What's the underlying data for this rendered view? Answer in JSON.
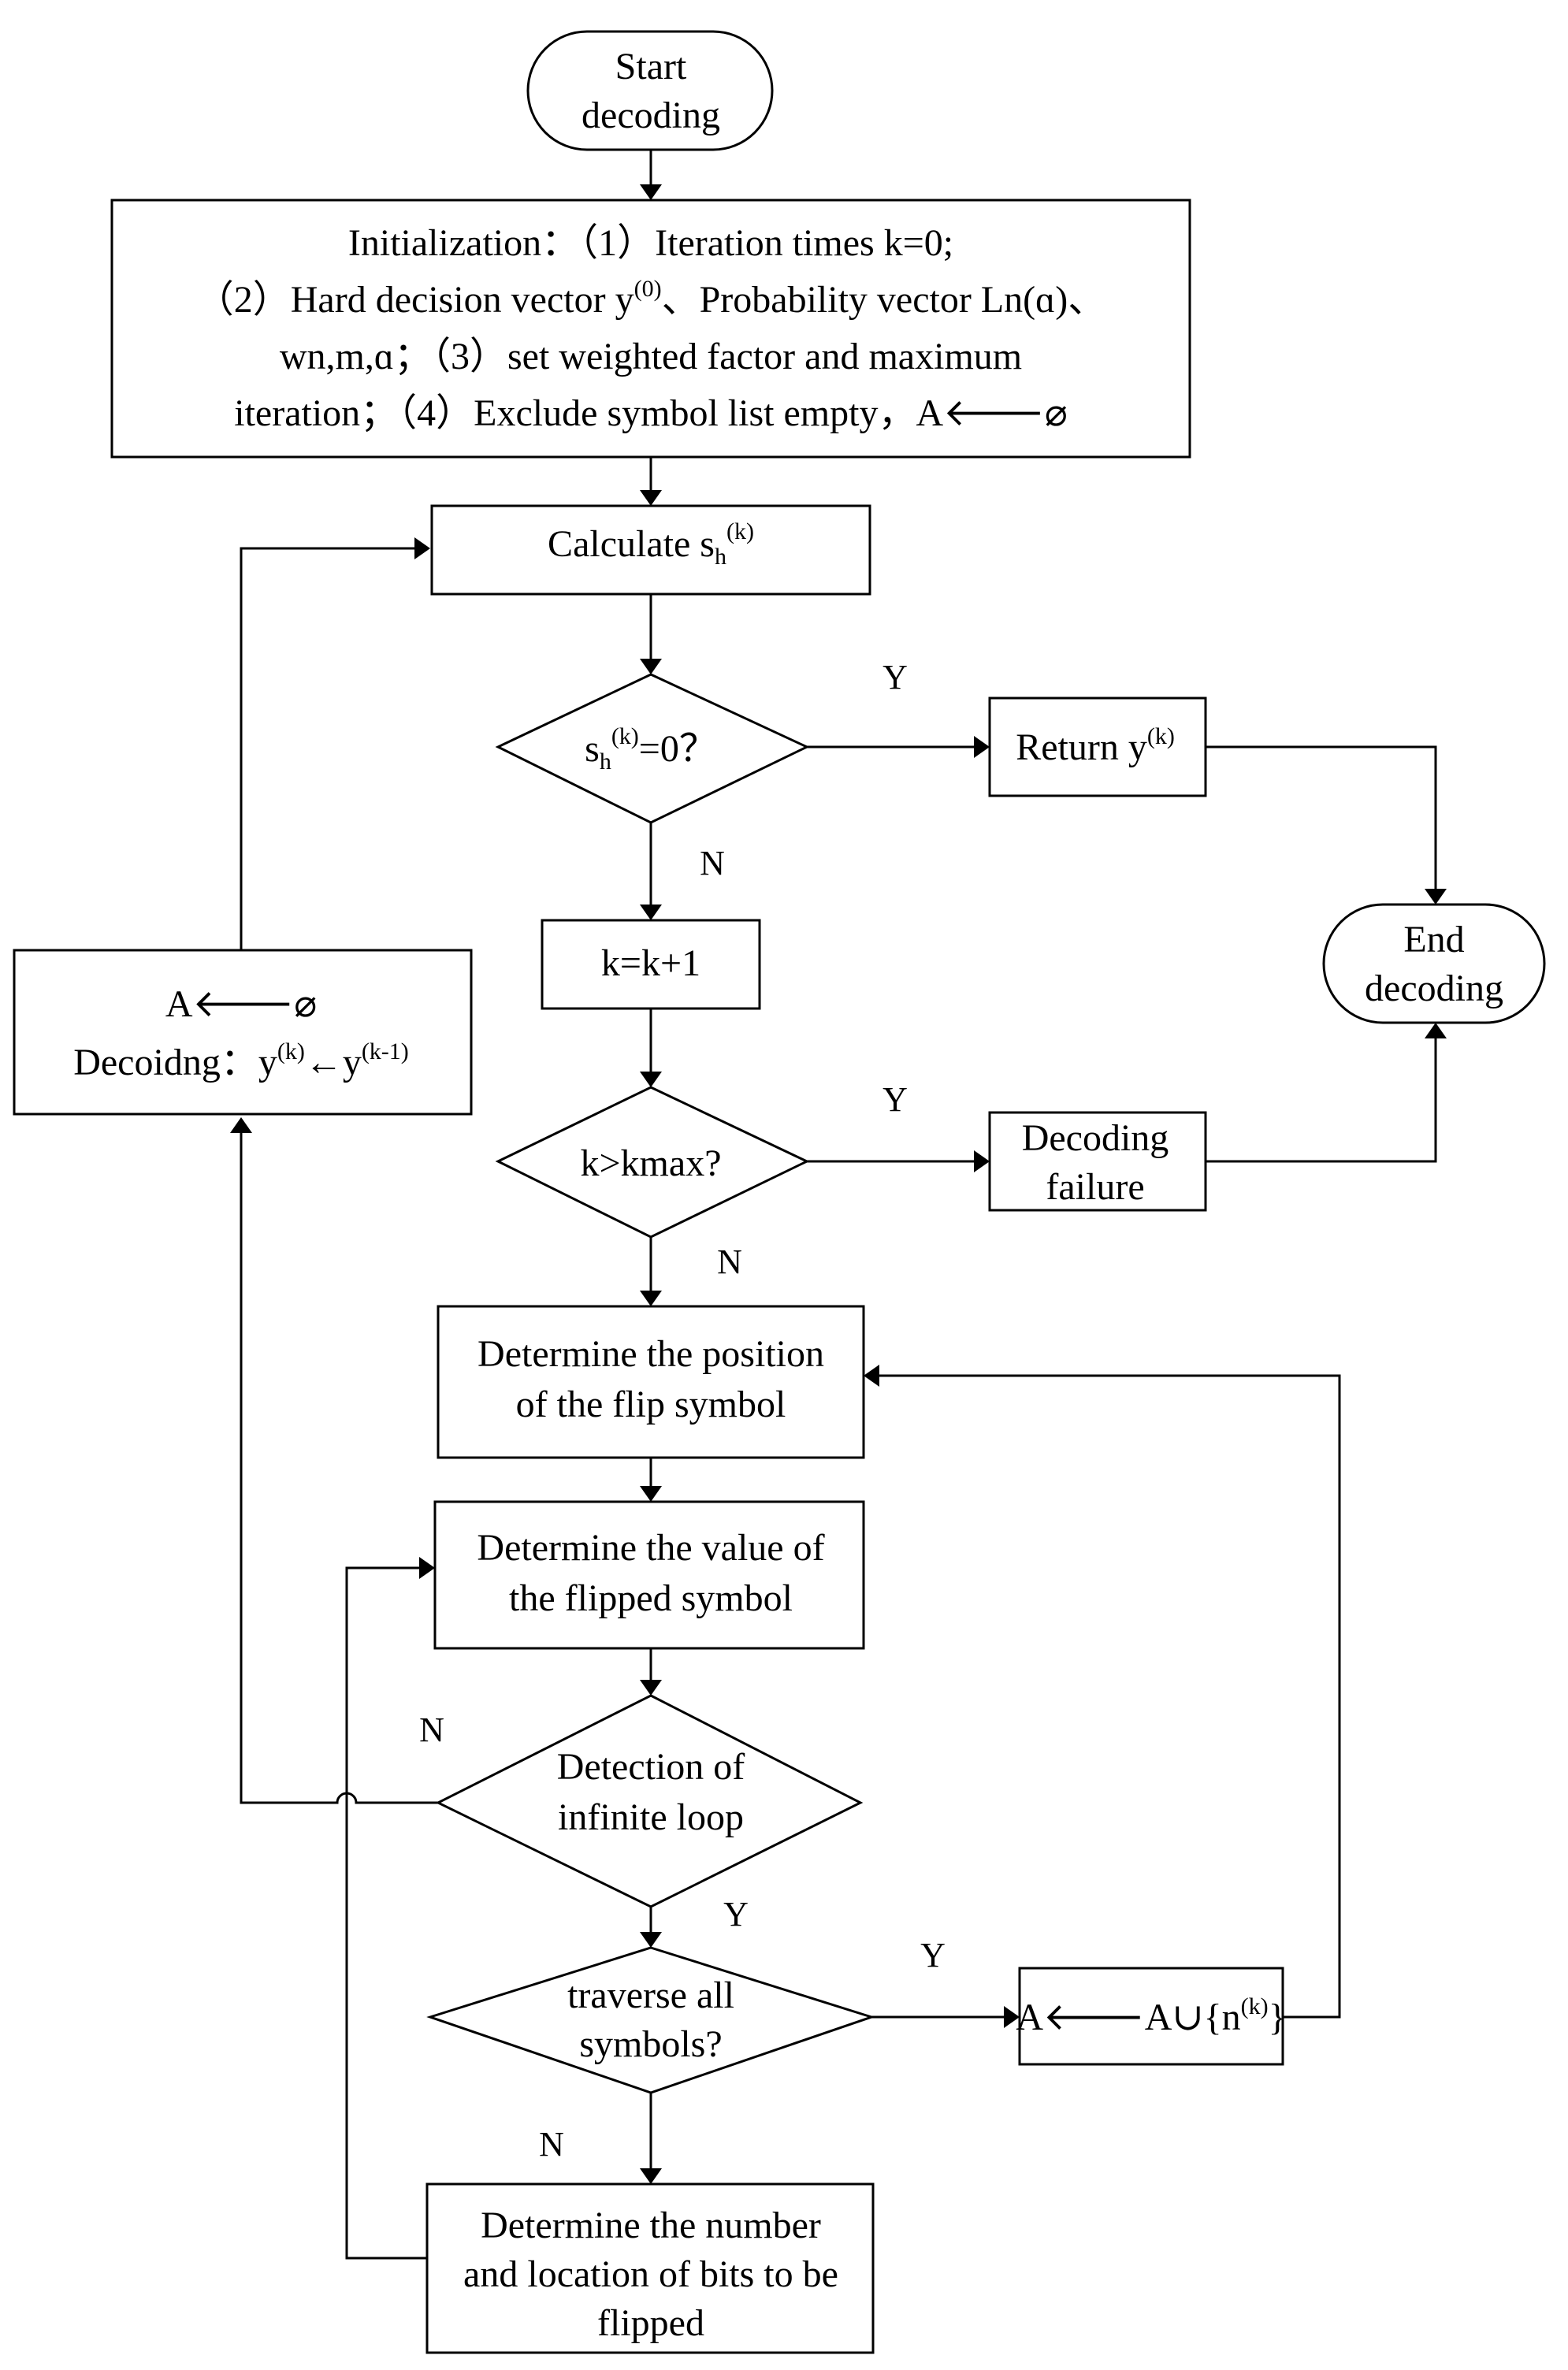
{
  "nodes": {
    "start": {
      "lines": [
        "Start",
        "decoding"
      ]
    },
    "init": {
      "line1": "Initialization：（1）Iteration times k=0;",
      "line2_a": "（2）Hard decision vector y",
      "line2_sup": "(0)",
      "line2_b": "、Probability vector Ln(ɑ)、",
      "line3": "wn,m,ɑ；（3）set weighted factor and maximum",
      "line4": "iteration；（4）Exclude symbol list empty，A🡐⌀"
    },
    "calc": {
      "main": "Calculate s",
      "sub": "h",
      "sup": "(k)"
    },
    "sh_check": {
      "main": "s",
      "sub": "h",
      "sup": "(k)",
      "tail": "=0？"
    },
    "return": {
      "main": "Return y",
      "sup": "(k)"
    },
    "end": {
      "lines": [
        "End",
        "decoding"
      ]
    },
    "k_inc": {
      "text": "k=k+1"
    },
    "kmax_check": {
      "text": "k>kmax?"
    },
    "failure": {
      "lines": [
        "Decoding",
        "failure"
      ]
    },
    "reset": {
      "line1": "A🡐⌀",
      "line2_a": "Decoidng：y",
      "line2_sup1": "(k)",
      "line2_mid": "←y",
      "line2_sup2": "(k-1)"
    },
    "position": {
      "lines": [
        "Determine the position",
        "of the flip symbol"
      ]
    },
    "value": {
      "lines": [
        "Determine the value of",
        "the flipped symbol"
      ]
    },
    "loop_check": {
      "lines": [
        "Detection of",
        "infinite loop"
      ]
    },
    "traverse": {
      "lines": [
        "traverse all",
        "symbols?"
      ]
    },
    "add_set": {
      "main": "A🡐A∪{n",
      "sup": "(k)",
      "tail": "}"
    },
    "number": {
      "lines": [
        "Determine the number",
        "and location of bits to be",
        "flipped"
      ]
    }
  },
  "edge_labels": {
    "sh_yes": "Y",
    "sh_no": "N",
    "kmax_yes": "Y",
    "kmax_no": "N",
    "loop_no": "N",
    "loop_yes": "Y",
    "traverse_yes": "Y",
    "traverse_no": "N"
  }
}
